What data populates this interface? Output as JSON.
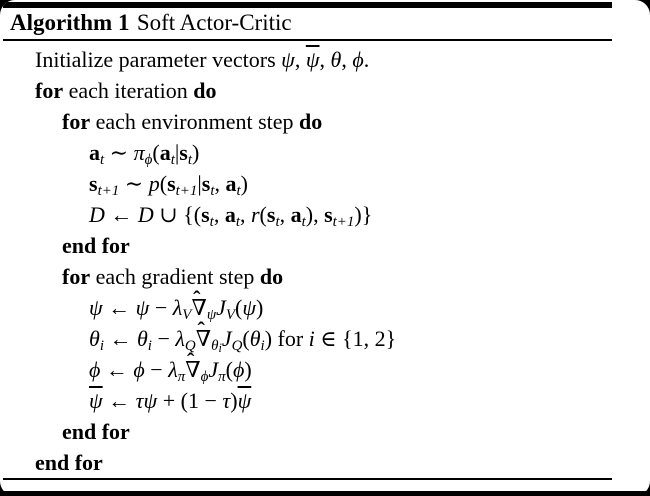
{
  "colors": {
    "background": "#000000",
    "paper": "#ffffff",
    "text": "#000000",
    "rule": "#000000"
  },
  "header": {
    "label": "Algorithm 1",
    "title": "Soft Actor-Critic"
  },
  "algorithm": {
    "lines": [
      {
        "indent": 1,
        "segments": [
          {
            "t": "Initialize parameter vectors "
          },
          {
            "t": "ψ",
            "s": "i"
          },
          {
            "t": ", "
          },
          {
            "t": "ψ",
            "s": "bar"
          },
          {
            "t": ", "
          },
          {
            "t": "θ",
            "s": "i"
          },
          {
            "t": ", "
          },
          {
            "t": "ϕ",
            "s": "i"
          },
          {
            "t": "."
          }
        ]
      },
      {
        "indent": 1,
        "segments": [
          {
            "t": "for",
            "s": "b"
          },
          {
            "t": " each iteration "
          },
          {
            "t": "do",
            "s": "b"
          }
        ]
      },
      {
        "indent": 2,
        "segments": [
          {
            "t": "for",
            "s": "b"
          },
          {
            "t": " each environment step "
          },
          {
            "t": "do",
            "s": "b"
          }
        ]
      },
      {
        "indent": 3,
        "segments": [
          {
            "t": "a",
            "s": "b"
          },
          {
            "t": "t",
            "s": "sub"
          },
          {
            "t": " ∼ "
          },
          {
            "t": "π",
            "s": "i"
          },
          {
            "t": "ϕ",
            "s": "sub"
          },
          {
            "t": "("
          },
          {
            "t": "a",
            "s": "b"
          },
          {
            "t": "t",
            "s": "sub"
          },
          {
            "t": "|"
          },
          {
            "t": "s",
            "s": "b"
          },
          {
            "t": "t",
            "s": "sub"
          },
          {
            "t": ")"
          }
        ]
      },
      {
        "indent": 3,
        "segments": [
          {
            "t": "s",
            "s": "b"
          },
          {
            "t": "t+1",
            "s": "sub"
          },
          {
            "t": " ∼ "
          },
          {
            "t": "p",
            "s": "i"
          },
          {
            "t": "("
          },
          {
            "t": "s",
            "s": "b"
          },
          {
            "t": "t+1",
            "s": "sub"
          },
          {
            "t": "|"
          },
          {
            "t": "s",
            "s": "b"
          },
          {
            "t": "t",
            "s": "sub"
          },
          {
            "t": ", "
          },
          {
            "t": "a",
            "s": "b"
          },
          {
            "t": "t",
            "s": "sub"
          },
          {
            "t": ")"
          }
        ]
      },
      {
        "indent": 3,
        "segments": [
          {
            "t": "D",
            "s": "scr"
          },
          {
            "t": " ← "
          },
          {
            "t": "D",
            "s": "scr"
          },
          {
            "t": " ∪ {("
          },
          {
            "t": "s",
            "s": "b"
          },
          {
            "t": "t",
            "s": "sub"
          },
          {
            "t": ", "
          },
          {
            "t": "a",
            "s": "b"
          },
          {
            "t": "t",
            "s": "sub"
          },
          {
            "t": ", "
          },
          {
            "t": "r",
            "s": "i"
          },
          {
            "t": "("
          },
          {
            "t": "s",
            "s": "b"
          },
          {
            "t": "t",
            "s": "sub"
          },
          {
            "t": ", "
          },
          {
            "t": "a",
            "s": "b"
          },
          {
            "t": "t",
            "s": "sub"
          },
          {
            "t": "), "
          },
          {
            "t": "s",
            "s": "b"
          },
          {
            "t": "t+1",
            "s": "sub"
          },
          {
            "t": ")}"
          }
        ]
      },
      {
        "indent": 2,
        "segments": [
          {
            "t": "end for",
            "s": "b"
          }
        ]
      },
      {
        "indent": 2,
        "segments": [
          {
            "t": "for",
            "s": "b"
          },
          {
            "t": " each gradient step "
          },
          {
            "t": "do",
            "s": "b"
          }
        ]
      },
      {
        "indent": 3,
        "segments": [
          {
            "t": "ψ",
            "s": "i"
          },
          {
            "t": " ← "
          },
          {
            "t": "ψ",
            "s": "i"
          },
          {
            "t": " − "
          },
          {
            "t": "λ",
            "s": "i"
          },
          {
            "t": "V",
            "s": "sub"
          },
          {
            "t": "∇"
          },
          {
            "t": "ˆ",
            "s": "hat"
          },
          {
            "t": "ψ",
            "s": "sub"
          },
          {
            "t": "J",
            "s": "i"
          },
          {
            "t": "V",
            "s": "sub"
          },
          {
            "t": "("
          },
          {
            "t": "ψ",
            "s": "i"
          },
          {
            "t": ")"
          }
        ]
      },
      {
        "indent": 3,
        "segments": [
          {
            "t": "θ",
            "s": "i"
          },
          {
            "t": "i",
            "s": "sub"
          },
          {
            "t": " ← "
          },
          {
            "t": "θ",
            "s": "i"
          },
          {
            "t": "i",
            "s": "sub"
          },
          {
            "t": " − "
          },
          {
            "t": "λ",
            "s": "i"
          },
          {
            "t": "Q",
            "s": "sub"
          },
          {
            "t": "∇"
          },
          {
            "t": "ˆ",
            "s": "hat"
          },
          {
            "t": "θ",
            "s": "sub"
          },
          {
            "t": "i",
            "s": "ssub"
          },
          {
            "t": "J",
            "s": "i"
          },
          {
            "t": "Q",
            "s": "sub"
          },
          {
            "t": "("
          },
          {
            "t": "θ",
            "s": "i"
          },
          {
            "t": "i",
            "s": "sub"
          },
          {
            "t": ") for "
          },
          {
            "t": "i",
            "s": "i"
          },
          {
            "t": " ∈ {1, 2}"
          }
        ]
      },
      {
        "indent": 3,
        "segments": [
          {
            "t": "ϕ",
            "s": "i"
          },
          {
            "t": " ← "
          },
          {
            "t": "ϕ",
            "s": "i"
          },
          {
            "t": " − "
          },
          {
            "t": "λ",
            "s": "i"
          },
          {
            "t": "π",
            "s": "sub"
          },
          {
            "t": "∇"
          },
          {
            "t": "ˆ",
            "s": "hat"
          },
          {
            "t": "ϕ",
            "s": "sub"
          },
          {
            "t": "J",
            "s": "i"
          },
          {
            "t": "π",
            "s": "sub"
          },
          {
            "t": "("
          },
          {
            "t": "ϕ",
            "s": "i"
          },
          {
            "t": ")"
          }
        ]
      },
      {
        "indent": 3,
        "segments": [
          {
            "t": "ψ",
            "s": "bar"
          },
          {
            "t": " ← "
          },
          {
            "t": "τ",
            "s": "i"
          },
          {
            "t": "ψ",
            "s": "i"
          },
          {
            "t": " + (1 − "
          },
          {
            "t": "τ",
            "s": "i"
          },
          {
            "t": ")"
          },
          {
            "t": "ψ",
            "s": "bar"
          }
        ]
      },
      {
        "indent": 2,
        "segments": [
          {
            "t": "end for",
            "s": "b"
          }
        ]
      },
      {
        "indent": 1,
        "segments": [
          {
            "t": "end for",
            "s": "b"
          }
        ]
      }
    ]
  }
}
